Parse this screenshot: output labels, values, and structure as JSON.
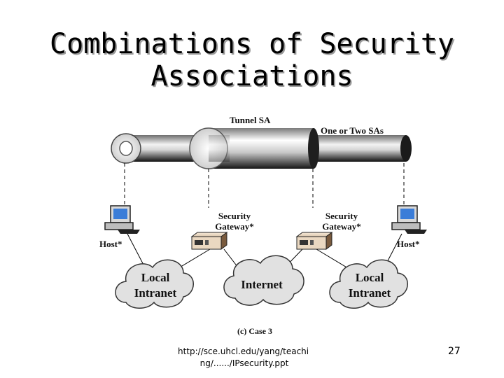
{
  "title": {
    "line1": "Combinations of Security",
    "line2": "Associations"
  },
  "diagram": {
    "tunnel_sa_label": "Tunnel SA",
    "one_or_two_sas_label": "One or Two SAs",
    "host_left_label": "Host*",
    "host_right_label": "Host*",
    "gateway_left_label_line1": "Security",
    "gateway_left_label_line2": "Gateway*",
    "gateway_right_label_line1": "Security",
    "gateway_right_label_line2": "Gateway*",
    "cloud_left_line1": "Local",
    "cloud_left_line2": "Intranet",
    "cloud_center": "Internet",
    "cloud_right_line1": "Local",
    "cloud_right_line2": "Intranet",
    "caption": "(c) Case 3"
  },
  "footer": {
    "url_line1": "http://sce.uhcl.edu/yang/teachi",
    "url_line2": "ng/....../IPsecurity.ppt",
    "page_number": "27"
  }
}
